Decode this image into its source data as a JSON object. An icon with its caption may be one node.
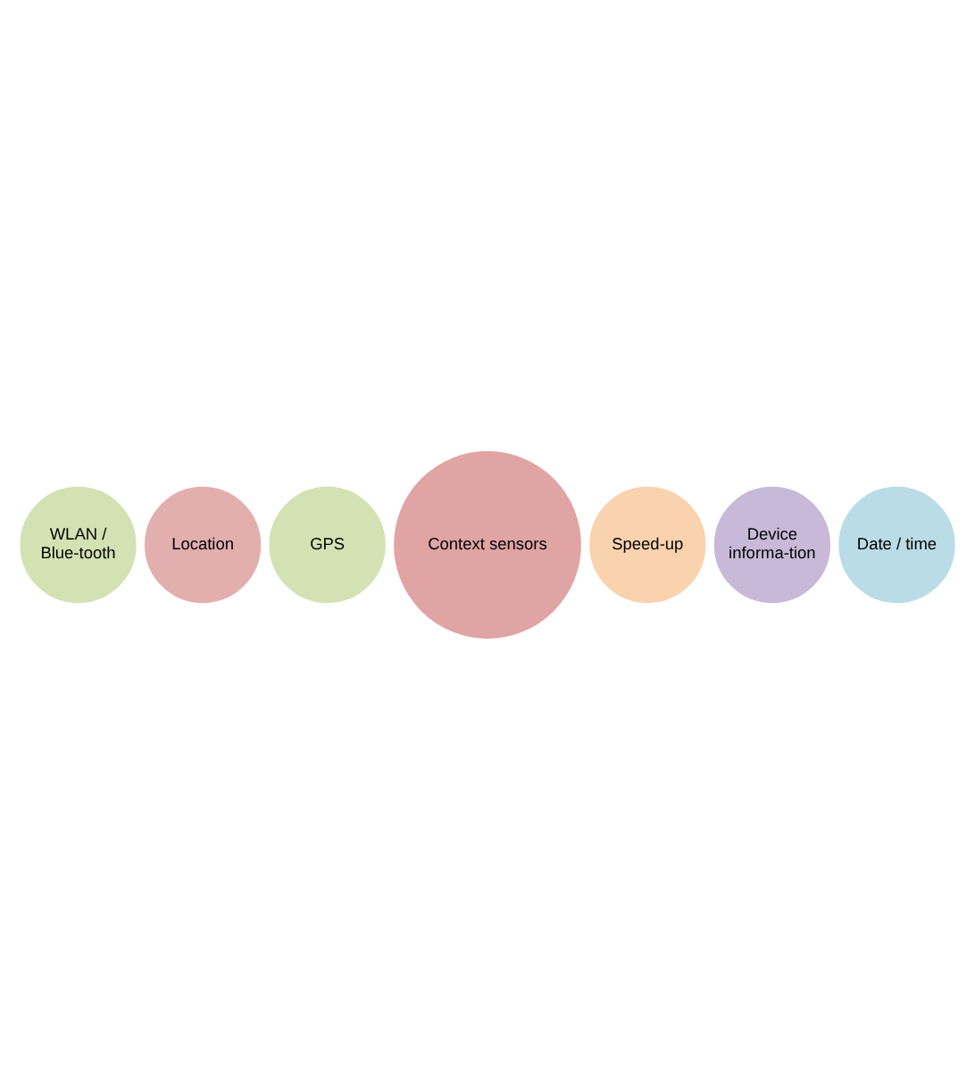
{
  "diagram": {
    "nodes": [
      {
        "text": [
          "GPS"
        ]
      },
      {
        "text": [
          "WLAN / Blue-tooth"
        ]
      },
      {
        "text": [
          "Device informa-tion"
        ]
      },
      {
        "text": [
          "Context sensors"
        ]
      },
      {
        "text": [
          "Location"
        ]
      },
      {
        "text": [
          "Date / time"
        ]
      },
      {
        "text": [
          "Speed-up"
        ]
      }
    ]
  }
}
